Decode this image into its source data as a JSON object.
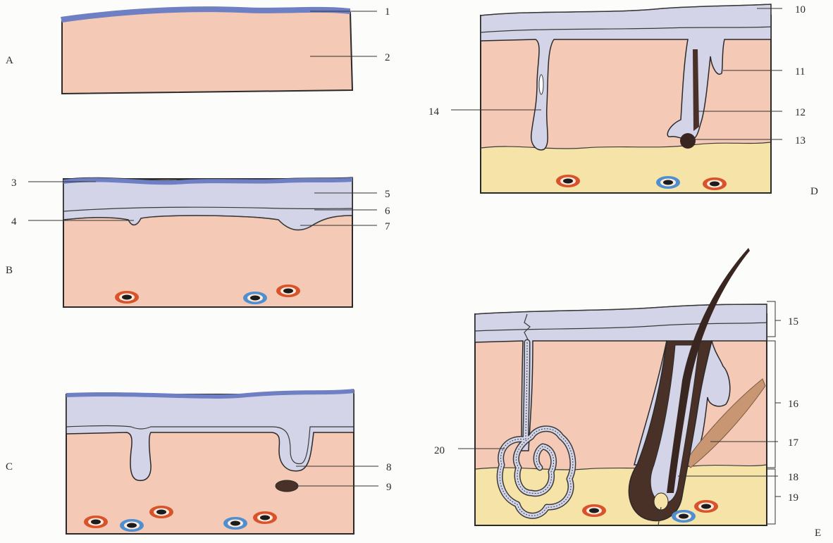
{
  "figure": {
    "panels": [
      {
        "id": "A",
        "label": "A"
      },
      {
        "id": "B",
        "label": "B"
      },
      {
        "id": "C",
        "label": "C"
      },
      {
        "id": "D",
        "label": "D"
      },
      {
        "id": "E",
        "label": "E"
      }
    ],
    "callouts": [
      "1",
      "2",
      "3",
      "4",
      "5",
      "6",
      "7",
      "8",
      "9",
      "10",
      "11",
      "12",
      "13",
      "14",
      "15",
      "16",
      "17",
      "18",
      "19",
      "20"
    ]
  },
  "colors": {
    "dermis": "#f4c9b6",
    "epidermis": "#d3d4e8",
    "periderm": "#6f7fc4",
    "hypodermis": "#f6e3a8",
    "hair": "#4a3128",
    "muscle": "#c99674",
    "vessel_red": "#d8522a",
    "vessel_blue": "#4f8fd0",
    "vessel_core": "#1c1c1c",
    "outline": "#2a2a2a"
  }
}
